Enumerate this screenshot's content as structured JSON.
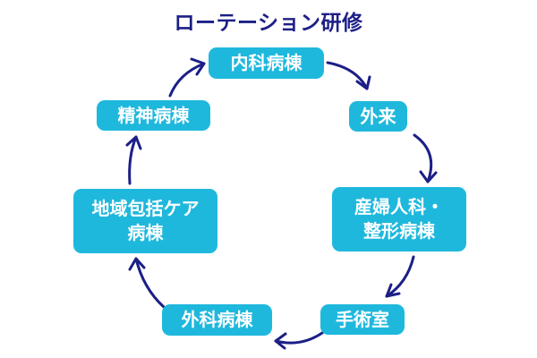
{
  "diagram": {
    "title": "ローテーション研修",
    "nodes": [
      {
        "id": "naika",
        "lines": [
          "内科病棟"
        ]
      },
      {
        "id": "gairai",
        "lines": [
          "外来"
        ]
      },
      {
        "id": "sanfu",
        "lines": [
          "産婦人科・",
          "整形病棟"
        ]
      },
      {
        "id": "shujutsu",
        "lines": [
          "手術室"
        ]
      },
      {
        "id": "geka",
        "lines": [
          "外科病棟"
        ]
      },
      {
        "id": "chiiki",
        "lines": [
          "地域包括ケア",
          "病棟"
        ]
      },
      {
        "id": "seishin",
        "lines": [
          "精神病棟"
        ]
      }
    ],
    "colors": {
      "title": "#1c1f86",
      "node_fill": "#1fb8dd",
      "node_text": "#ffffff",
      "arrow": "#1c1f86"
    }
  }
}
